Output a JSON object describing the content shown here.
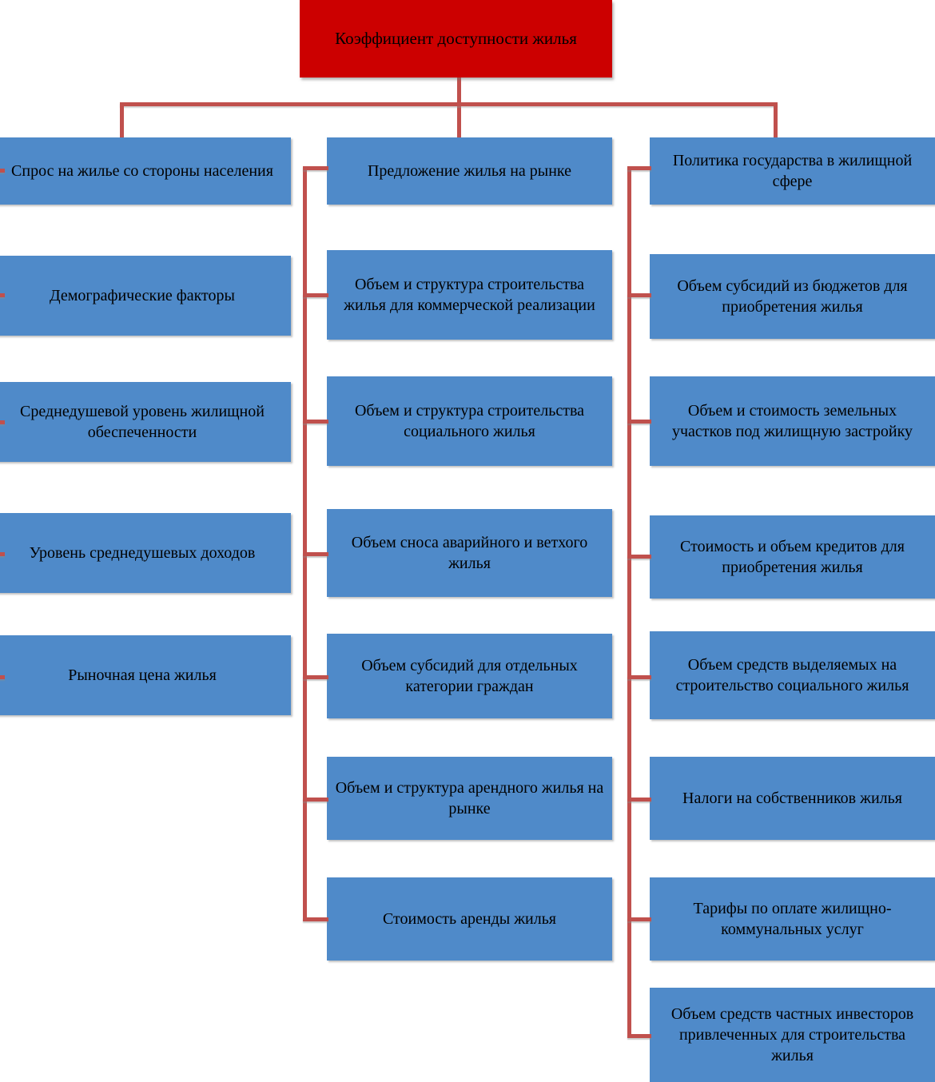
{
  "diagram": {
    "title": "Коэффициент доступности жилья",
    "colors": {
      "root_fill": "#CC0000",
      "node_fill": "#4F8AC9",
      "connector": "#C0504D",
      "text": "#000000",
      "background": "#FFFFFF"
    },
    "root": {
      "label": "Коэффициент доступности жилья"
    },
    "branches": [
      {
        "id": "demand",
        "header": "Спрос на жилье со стороны населения",
        "children": [
          "Демографические факторы",
          "Среднедушевой уровень жилищной обеспеченности",
          "Уровень среднедушевых доходов",
          "Рыночная цена жилья"
        ]
      },
      {
        "id": "supply",
        "header": "Предложение жилья на рынке",
        "children": [
          "Объем и структура строительства жилья для коммерческой реализации",
          "Объем и структура строительства социального жилья",
          "Объем сноса аварийного и ветхого жилья",
          "Объем субсидий для отдельных категории граждан",
          "Объем и структура арендного жилья на рынке",
          "Стоимость аренды жилья"
        ]
      },
      {
        "id": "policy",
        "header": "Политика государства в жилищной сфере",
        "children": [
          "Объем субсидий из бюджетов для приобретения жилья",
          "Объем и стоимость земельных участков под жилищную застройку",
          "Стоимость и объем кредитов для приобретения жилья",
          "Объем средств выделяемых на строительство социального жилья",
          "Налоги на собственников жилья",
          "Тарифы по оплате жилищно-коммунальных услуг",
          "Объем средств частных инвесторов привлеченных для строительства жилья"
        ]
      }
    ]
  }
}
